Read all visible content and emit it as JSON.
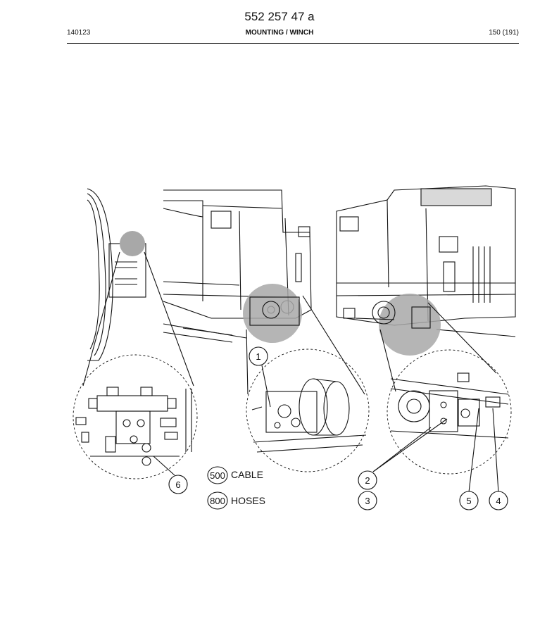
{
  "header": {
    "document_number": "552 257 47 a",
    "date_code": "140123",
    "section_title": "MOUNTING / WINCH",
    "page_indicator": "150 (191)"
  },
  "figure": {
    "callouts": [
      "1",
      "2",
      "3",
      "4",
      "5",
      "6"
    ],
    "legend": [
      {
        "code": "500",
        "label": "CABLE"
      },
      {
        "code": "800",
        "label": "HOSES"
      }
    ]
  },
  "colors": {
    "ink": "#111111",
    "highlight": "#a8a8a8",
    "paper": "#ffffff"
  }
}
